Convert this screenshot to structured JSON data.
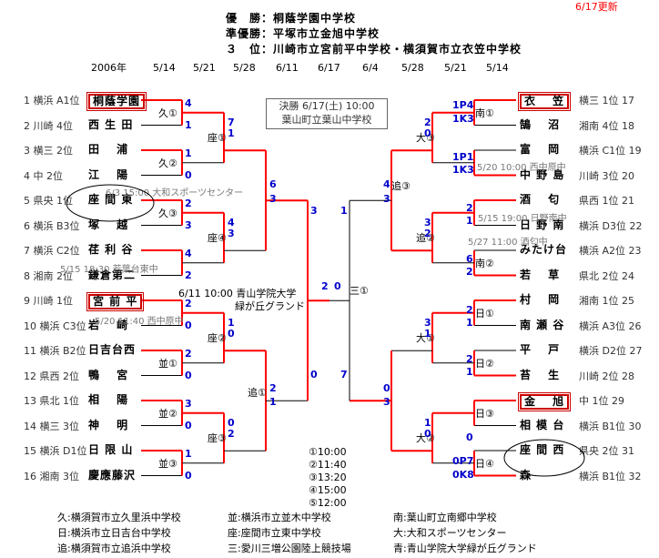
{
  "header": {
    "winner": "優　勝：桐蔭学園中学校",
    "runner_up": "準優勝：平塚市立金旭中学校",
    "third": "３　位：川崎市立宮前平中学校・横須賀市立衣笠中学校",
    "updated": "6/17更新"
  },
  "dates": [
    "2006年",
    "5/14",
    "5/21",
    "5/28",
    "6/11",
    "6/17",
    "6/4",
    "5/28",
    "5/21",
    "5/14"
  ],
  "final_box": {
    "line1": "決勝 6/17(土) 10:00",
    "line2": "葉山町立葉山中学校"
  },
  "left_teams": [
    {
      "seed": "1 横浜 A1位",
      "name": "桐蔭学園",
      "boxed": true
    },
    {
      "seed": "2 川崎 4位",
      "name": "西 生 田",
      "boxed": false
    },
    {
      "seed": "3 横三 2位",
      "name": "田　 浦",
      "boxed": false
    },
    {
      "seed": "4 中 2位",
      "name": "江　 陽",
      "boxed": false
    },
    {
      "seed": "5 県央 1位",
      "name": "座 間 東",
      "boxed": false
    },
    {
      "seed": "6 横浜 B3位",
      "name": "塚　 越",
      "boxed": false
    },
    {
      "seed": "7 横浜 C2位",
      "name": "荏 利 谷",
      "boxed": false
    },
    {
      "seed": "8 湘南 2位",
      "name": "鎌倉第二",
      "boxed": false
    },
    {
      "seed": "9 川崎 1位",
      "name": "宮 前 平",
      "boxed": true
    },
    {
      "seed": "10 横浜 C3位",
      "name": "岩　 崎",
      "boxed": false
    },
    {
      "seed": "11 横浜 B2位",
      "name": "日吉台西",
      "boxed": false
    },
    {
      "seed": "12 県西 2位",
      "name": "鴨　 宮",
      "boxed": false
    },
    {
      "seed": "13 県北 1位",
      "name": "相　 陽",
      "boxed": false
    },
    {
      "seed": "14 横三 3位",
      "name": "神　 明",
      "boxed": false
    },
    {
      "seed": "15 横浜 D1位",
      "name": "日 限 山",
      "boxed": false
    },
    {
      "seed": "16 湘南 3位",
      "name": "慶應藤沢",
      "boxed": false
    }
  ],
  "right_teams": [
    {
      "name": "衣　 笠",
      "seed": "横三 1位 17",
      "boxed": true
    },
    {
      "name": "鵠　 沼",
      "seed": "湘南 4位 18",
      "boxed": false
    },
    {
      "name": "富　 岡",
      "seed": "横浜 C1位 19",
      "boxed": false
    },
    {
      "name": "中 野 島",
      "seed": "川崎 3位 20",
      "boxed": false
    },
    {
      "name": "酒　 匂",
      "seed": "県西 1位 21",
      "boxed": false
    },
    {
      "name": "日 野 南",
      "seed": "横浜 D3位 22",
      "boxed": false
    },
    {
      "name": "みたけ台",
      "seed": "横浜 A2位 23",
      "boxed": false
    },
    {
      "name": "若　 草",
      "seed": "県北 2位 24",
      "boxed": false
    },
    {
      "name": "村　 岡",
      "seed": "湘南 1位 25",
      "boxed": false
    },
    {
      "name": "南 瀬 谷",
      "seed": "横浜 A3位 26",
      "boxed": false
    },
    {
      "name": "平　 戸",
      "seed": "横浜 D2位 27",
      "boxed": false
    },
    {
      "name": "苔　 生",
      "seed": "川崎 2位 28",
      "boxed": false
    },
    {
      "name": "金　 旭",
      "seed": "中 1位 29",
      "boxed": true
    },
    {
      "name": "相 模 台",
      "seed": "横浜 B1位 30",
      "boxed": false
    },
    {
      "name": "座 間 西",
      "seed": "県央 2位 31",
      "boxed": false
    },
    {
      "name": "森",
      "seed": "横浜 B1位 32",
      "boxed": false
    }
  ],
  "venues": {
    "r1_left": [
      "久①",
      "久②",
      "久③",
      "並①",
      "並②",
      "並③"
    ],
    "r2_left": [
      "座①",
      "座④",
      "座②",
      "座③"
    ],
    "r3_left": "追①",
    "r1_right": [
      "南①",
      "南②",
      "日①",
      "日②",
      "日③",
      "日④"
    ],
    "r2_right": [
      "大③",
      "追②",
      "大①",
      "大②"
    ],
    "r3_right": "追③",
    "final": "三①"
  },
  "scores": {
    "left_r1": [
      "4",
      "1",
      "1",
      "0",
      "2",
      "3",
      "4",
      "2",
      "2",
      "0",
      "2",
      "0",
      "3",
      "0",
      "1",
      "0"
    ],
    "left_r2": [
      "7",
      "1",
      "4",
      "3",
      "1",
      "0",
      "0",
      "2"
    ],
    "left_r3": [
      "6",
      "3",
      "2",
      "1"
    ],
    "left_sf": [
      "3",
      "0"
    ],
    "final": [
      "2",
      "0"
    ],
    "right_sf": [
      "1",
      "7"
    ],
    "right_r3": [
      "4",
      "3",
      "0",
      "3"
    ],
    "right_r2": [
      "2",
      "0",
      "3",
      "2",
      "3",
      "1",
      "1",
      "0"
    ],
    "right_r1": [
      "1P4",
      "1K3",
      "1P1",
      "1K3",
      "2",
      "1",
      "6",
      "2",
      "2",
      "1",
      "2",
      "1",
      "0",
      "0P7",
      "0K8"
    ]
  },
  "notes": [
    "6/3 15:00 大和スポーツセンター",
    "5/15 18:30 若葉台東中",
    "5/20 11:40 西中原中",
    "6/11 10:00 青山学院大学",
    "緑が丘グランド",
    "5/20 10:00 西中原中",
    "5/15 19:00 日野南中",
    "5/27 11:00 酒匂中"
  ],
  "times": [
    "①10:00",
    "②11:40",
    "③13:20",
    "④15:00",
    "⑤12:00"
  ],
  "legend": [
    "久:横須賀市立久里浜中学校",
    "並:横浜市立並木中学校",
    "南:葉山町立南郷中学校",
    "日:横浜市立日吉台中学校",
    "座:座間市立東中学校",
    "大:大和スポーツセンター",
    "追:横須賀市立追浜中学校",
    "三:愛川三増公園陸上競技場",
    "青:青山学院大学緑が丘グランド"
  ]
}
